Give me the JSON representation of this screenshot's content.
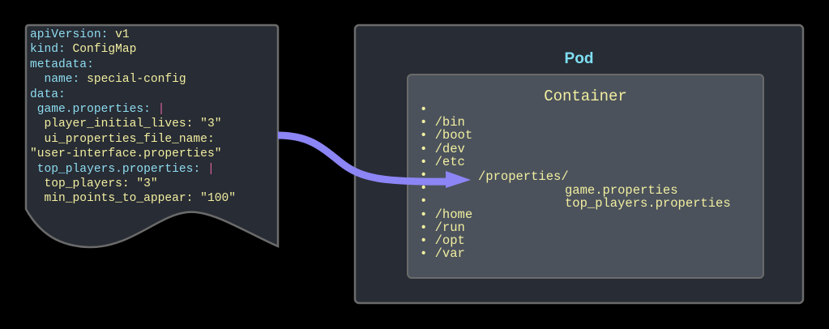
{
  "configmap_document": {
    "lines": [
      {
        "key": "apiVersion",
        "sep": ": ",
        "value": "v1",
        "indent": ""
      },
      {
        "key": "kind",
        "sep": ": ",
        "value": "ConfigMap",
        "indent": ""
      },
      {
        "key": "metadata",
        "sep": ":",
        "value": "",
        "indent": ""
      },
      {
        "key": "name",
        "sep": ": ",
        "value": "special-config",
        "indent": "  "
      },
      {
        "key": "data",
        "sep": ":",
        "value": "",
        "indent": ""
      },
      {
        "key": "game.properties",
        "sep": ": ",
        "value": "|",
        "indent": " ",
        "pipe": true
      },
      {
        "key": "",
        "sep": "",
        "value": "player_initial_lives: \"3\"",
        "indent": "  "
      },
      {
        "key": "",
        "sep": "",
        "value": "ui_properties_file_name:",
        "indent": "  "
      },
      {
        "key": "",
        "sep": "",
        "value": "\"user-interface.properties\"",
        "indent": ""
      },
      {
        "key": "top_players.properties",
        "sep": ": ",
        "value": "|",
        "indent": " ",
        "pipe": true
      },
      {
        "key": "",
        "sep": "",
        "value": "top_players: \"3\"",
        "indent": "  "
      },
      {
        "key": "",
        "sep": "",
        "value": "min_points_to_appear: \"100\"",
        "indent": "  "
      }
    ]
  },
  "pod": {
    "title": "Pod",
    "container": {
      "title": "Container",
      "filesystem": [
        "",
        "/bin",
        "/boot",
        "/dev",
        "/etc",
        "",
        "",
        "",
        "/home",
        "/run",
        "/opt",
        "/var"
      ],
      "mounted_dir": "/properties/",
      "mounted_files": [
        "game.properties",
        "top_players.properties"
      ]
    }
  },
  "colors": {
    "background": "#000000",
    "panel": "#282c34",
    "panel_border": "#6b6b6b",
    "container_fill": "#4b525c",
    "arrow": "#8c85f5",
    "key": "#8ddcf0",
    "value": "#f1eea0",
    "pipe": "#d9609f",
    "pod_title": "#7fe0f5"
  }
}
